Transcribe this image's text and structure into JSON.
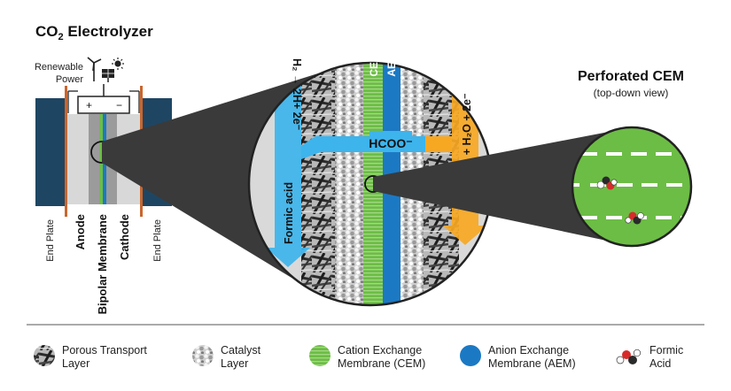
{
  "title": {
    "prefix": "CO",
    "subscript": "2",
    "suffix": " Electrolyzer"
  },
  "power": {
    "line1": "Renewable",
    "line2": "Power",
    "plus": "+",
    "minus": "−"
  },
  "cell_labels": {
    "end_plate_left": "End Plate",
    "anode": "Anode",
    "bipolar_membrane": "Bipolar Membrane",
    "cathode": "Cathode",
    "end_plate_right": "End Plate"
  },
  "zoom": {
    "cem_label": "CEM",
    "aem_label": "AEM",
    "anode_reaction": "H₂ → 2H+ 2e⁻",
    "cathode_reaction": "CO₂ + H₂O + 2e⁻",
    "ion": "HCOO⁻",
    "product": "Formic acid"
  },
  "perforated": {
    "title": "Perforated CEM",
    "subtitle": "(top-down view)"
  },
  "legend": [
    {
      "key": "ptl",
      "line1": "Porous Transport",
      "line2": "Layer"
    },
    {
      "key": "catalyst",
      "line1": "Catalyst",
      "line2": "Layer"
    },
    {
      "key": "cem",
      "line1": "Cation Exchange",
      "line2": "Membrane (CEM)"
    },
    {
      "key": "aem",
      "line1": "Anion Exchange",
      "line2": "Membrane (AEM)"
    },
    {
      "key": "formic",
      "line1": "Formic",
      "line2": "Acid"
    }
  ],
  "colors": {
    "end_plate": "#1e4663",
    "current_collector": "#c9662e",
    "cem_green": "#6cbd45",
    "aem_blue": "#1b79c4",
    "arrow_blue": "#3db4ec",
    "arrow_orange": "#f7a823",
    "zoom_cone": "#3a3a3a"
  }
}
